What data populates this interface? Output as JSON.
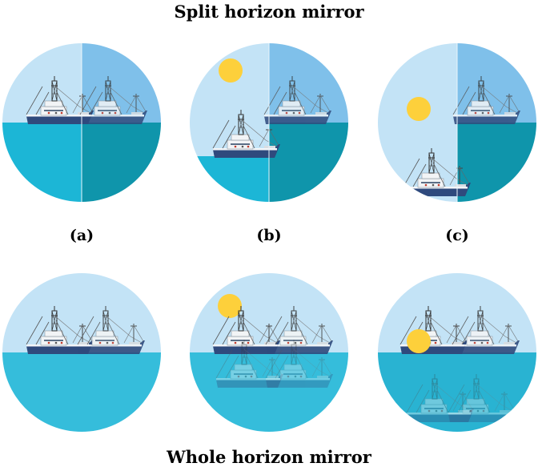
{
  "titles": {
    "top": "Split horizon mirror",
    "bottom": "Whole horizon mirror"
  },
  "labels": [
    "(a)",
    "(b)",
    "(c)"
  ],
  "colors": {
    "sky_light": "#c3e3f6",
    "sky_mirror": "#7fc0ea",
    "sea_light": "#1cb6d6",
    "sea_mirror": "#0f95ab",
    "sea_whole": "#35bddb",
    "sun": "#fdd03b",
    "hull": "#2f4a7d"
  }
}
